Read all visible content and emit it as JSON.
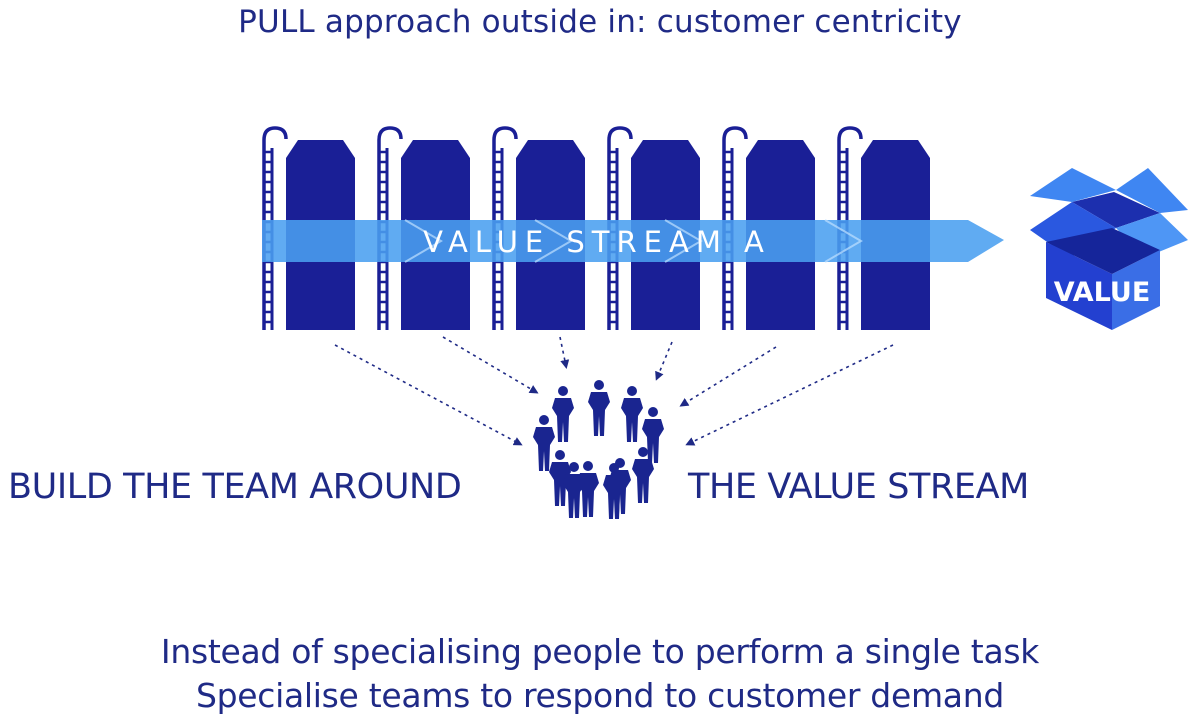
{
  "title": "PULL approach outside in: customer centricity",
  "diagram": {
    "stream_label": "VALUE STREAM A",
    "box_label": "VALUE",
    "silo_count": 6,
    "people_count": 11,
    "left_label": "BUILD THE TEAM AROUND",
    "right_label": "THE VALUE STREAM"
  },
  "message": {
    "line1": "Instead of specialising people to perform a single task",
    "line2": "Specialise teams to respond to customer demand"
  },
  "colors": {
    "text": "#1f2a86",
    "silo": "#1a1f96",
    "stream_arrow": "#4a9ff0",
    "box": "#2a58e0"
  },
  "icons": [
    "silo-icon",
    "value-box-icon",
    "person-icon",
    "dotted-arrow-icon"
  ]
}
